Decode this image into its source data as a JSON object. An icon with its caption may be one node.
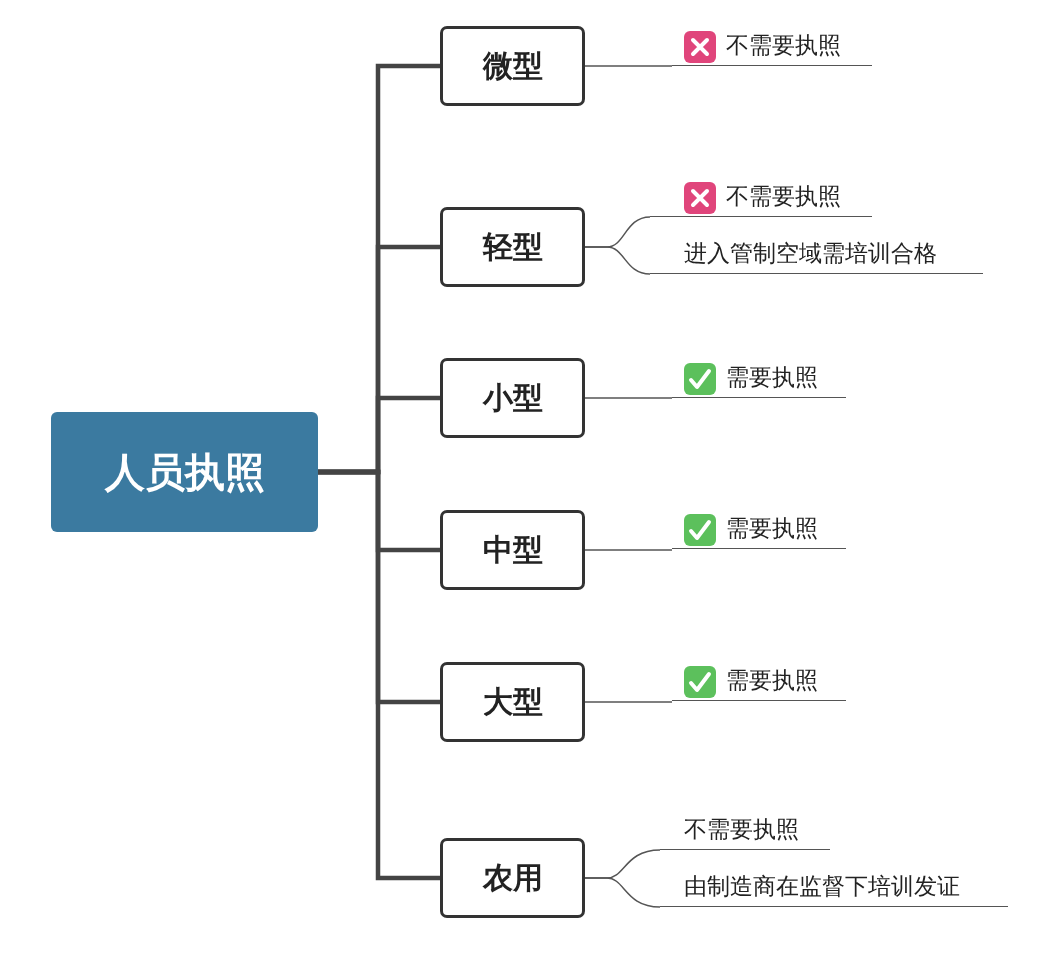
{
  "diagram": {
    "nodes": [
      {
        "text": [
          "人员执照"
        ]
      },
      {
        "text": [
          "微型"
        ]
      },
      {
        "text": [
          "轻型"
        ]
      },
      {
        "text": [
          "小型"
        ]
      },
      {
        "text": [
          "中型"
        ]
      },
      {
        "text": [
          "大型"
        ]
      },
      {
        "text": [
          "农用"
        ]
      },
      {
        "text": [
          "不需要执照"
        ]
      },
      {
        "text": [
          "不需要执照"
        ]
      },
      {
        "text": [
          "进入管制空域需培训合格"
        ]
      },
      {
        "text": [
          "需要执照"
        ]
      },
      {
        "text": [
          "需要执照"
        ]
      },
      {
        "text": [
          "需要执照"
        ]
      },
      {
        "text": [
          "不需要执照"
        ]
      },
      {
        "text": [
          "由制造商在监督下培训发证"
        ]
      }
    ],
    "edges": [
      {
        "from": 0,
        "to": 1,
        "arrow": "none",
        "style": "thick"
      },
      {
        "from": 0,
        "to": 2,
        "arrow": "none",
        "style": "thick"
      },
      {
        "from": 0,
        "to": 3,
        "arrow": "none",
        "style": "thick"
      },
      {
        "from": 0,
        "to": 4,
        "arrow": "none",
        "style": "thick"
      },
      {
        "from": 0,
        "to": 5,
        "arrow": "none",
        "style": "thick"
      },
      {
        "from": 0,
        "to": 6,
        "arrow": "none",
        "style": "thick"
      },
      {
        "from": 1,
        "to": 7,
        "arrow": "none"
      },
      {
        "from": 2,
        "to": 8,
        "arrow": "none"
      },
      {
        "from": 2,
        "to": 9,
        "arrow": "none"
      },
      {
        "from": 3,
        "to": 10,
        "arrow": "none"
      },
      {
        "from": 4,
        "to": 11,
        "arrow": "none"
      },
      {
        "from": 5,
        "to": 12,
        "arrow": "none"
      },
      {
        "from": 6,
        "to": 13,
        "arrow": "none"
      },
      {
        "from": 6,
        "to": 14,
        "arrow": "none"
      }
    ]
  }
}
